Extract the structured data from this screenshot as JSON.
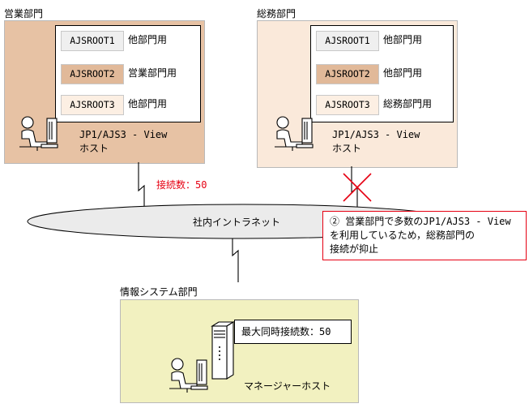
{
  "sales": {
    "label": "営業部門",
    "roots": [
      {
        "name": "AJSROOT1",
        "use": "他部門用",
        "color": "#efefef"
      },
      {
        "name": "AJSROOT2",
        "use": "営業部門用",
        "color": "#e1b999"
      },
      {
        "name": "AJSROOT3",
        "use": "他部門用",
        "color": "#fcefe3"
      }
    ],
    "host_line1": "JP1/AJS3 - View",
    "host_line2": "ホスト"
  },
  "general": {
    "label": "総務部門",
    "roots": [
      {
        "name": "AJSROOT1",
        "use": "他部門用",
        "color": "#efefef"
      },
      {
        "name": "AJSROOT2",
        "use": "他部門用",
        "color": "#e1b999"
      },
      {
        "name": "AJSROOT3",
        "use": "総務部門用",
        "color": "#fcefe3"
      }
    ],
    "host_line1": "JP1/AJS3 - View",
    "host_line2": "ホスト"
  },
  "connection_count": "接続数：50",
  "intranet_label": "社内イントラネット",
  "note": {
    "num": "②",
    "line1": "営業部門で多数のJP1/AJS3 - View",
    "line2": "を利用しているため，総務部門の",
    "line3": "接続が抑止"
  },
  "it": {
    "label": "情報システム部門",
    "max_connections": "最大同時接続数：50",
    "manager_host": "マネージャーホスト"
  },
  "colors": {
    "sales_box": "#e7c2a4",
    "general_box": "#fae9da",
    "it_box": "#f2f1c0",
    "intranet": "#ebebeb",
    "alert_red": "#e60012"
  }
}
